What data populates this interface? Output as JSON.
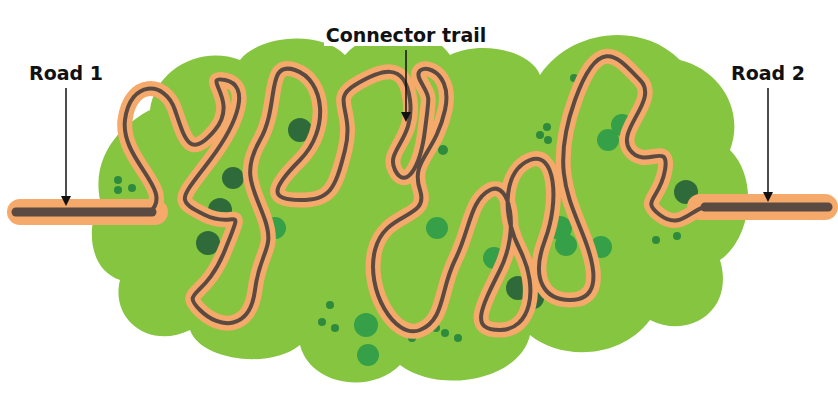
{
  "diagram": {
    "labels": [
      "Road 1",
      "Connector trail",
      "Road 2"
    ]
  }
}
